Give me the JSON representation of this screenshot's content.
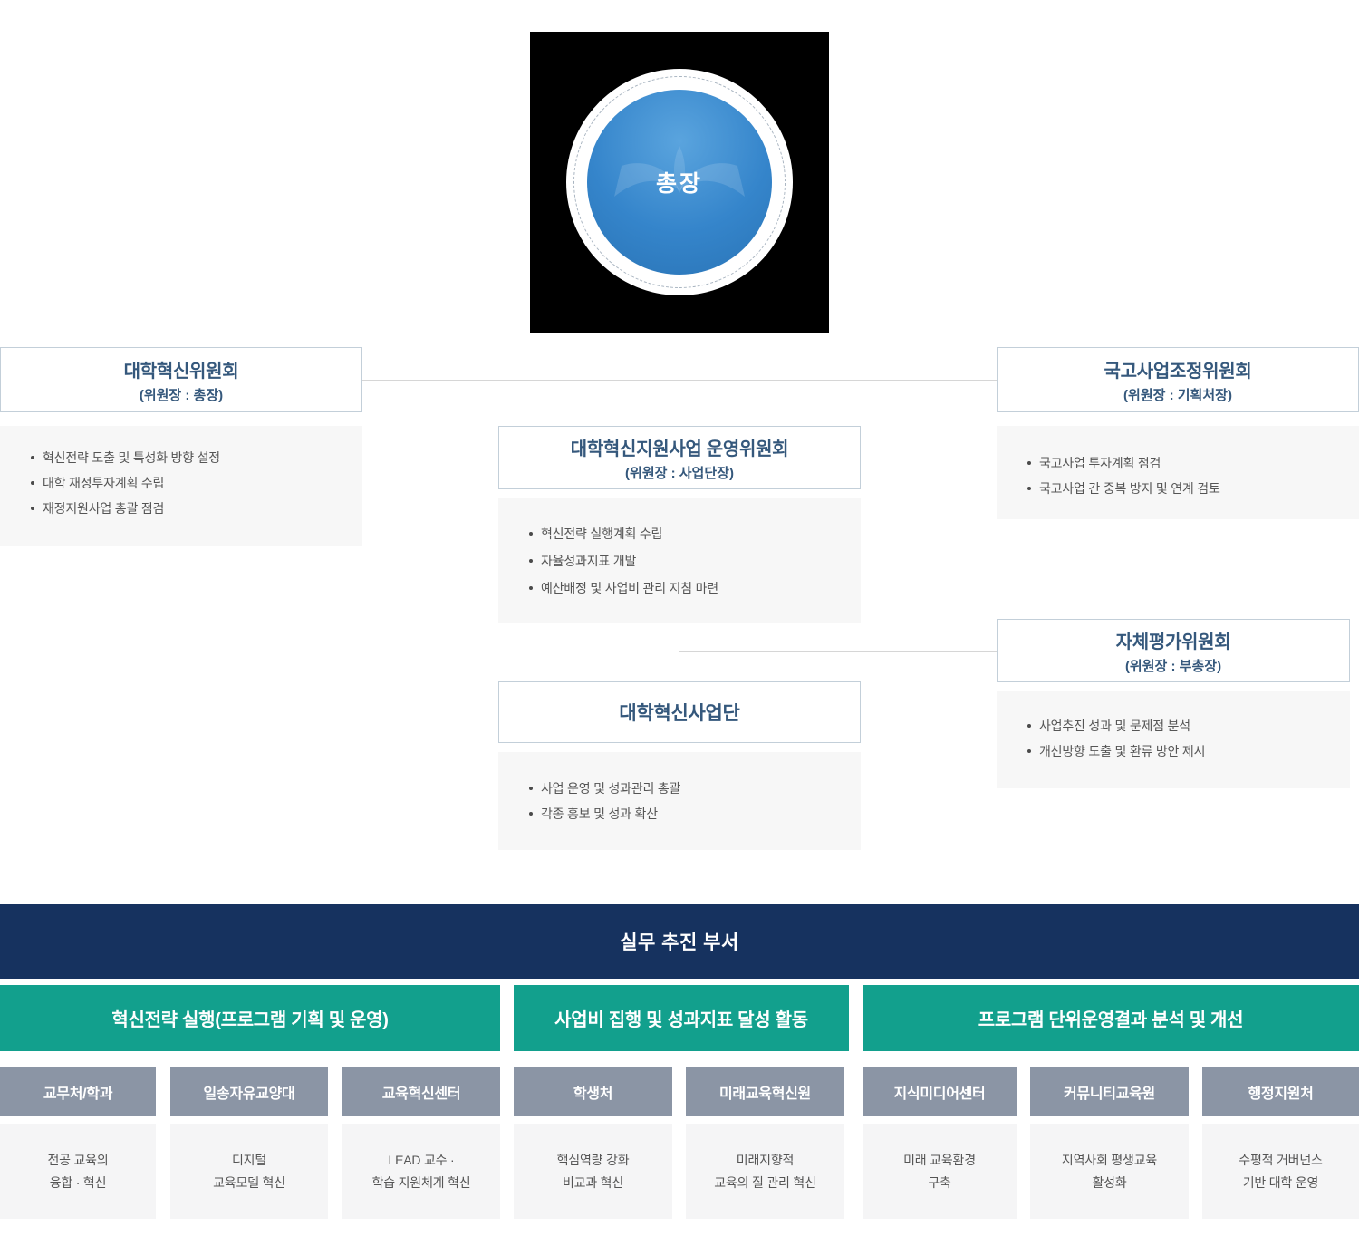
{
  "colors": {
    "navy_bar": "#16325f",
    "teal_header": "#12a08d",
    "dept_gray": "#8b95a5",
    "panel_gray": "#f7f7f7",
    "box_border": "#c3cfd9",
    "title_blue": "#35587c",
    "circle_blue": "#3585cb",
    "emblem_background": "#000000"
  },
  "root": {
    "label": "총장"
  },
  "committee_innovation": {
    "title": "대학혁신위원회",
    "subtitle": "(위원장 : 총장)",
    "bullets": [
      "혁신전략 도출 및 특성화 방향 설정",
      "대학 재정투자계획 수립",
      "재정지원사업 총괄 점검"
    ]
  },
  "committee_national": {
    "title": "국고사업조정위원회",
    "subtitle": "(위원장 : 기획처장)",
    "bullets": [
      "국고사업 투자계획 점검",
      "국고사업 간 중복 방지 및 연계 검토"
    ]
  },
  "committee_operation": {
    "title": "대학혁신지원사업 운영위원회",
    "subtitle": "(위원장 : 사업단장)",
    "bullets": [
      "혁신전략 실행계획 수립",
      "자율성과지표 개발",
      "예산배정 및 사업비 관리 지침 마련"
    ]
  },
  "committee_self_evaluation": {
    "title": "자체평가위원회",
    "subtitle": "(위원장 : 부총장)",
    "bullets": [
      "사업추진 성과 및 문제점 분석",
      "개선방향 도출 및 환류 방안 제시"
    ]
  },
  "task_force": {
    "title": "대학혁신사업단",
    "bullets": [
      "사업 운영 및 성과관리 총괄",
      "각종 홍보 및 성과 확산"
    ]
  },
  "working_section": {
    "title": "실무 추진 부서"
  },
  "groups": [
    {
      "header": "혁신전략 실행(프로그램 기획 및 운영)",
      "departments": [
        {
          "name": "교무처/학과",
          "desc": "전공 교육의\n융합 · 혁신"
        },
        {
          "name": "일송자유교양대",
          "desc": "디지털\n교육모델 혁신"
        },
        {
          "name": "교육혁신센터",
          "desc": "LEAD 교수 ·\n학습 지원체계 혁신"
        }
      ]
    },
    {
      "header": "사업비 집행 및 성과지표 달성 활동",
      "departments": [
        {
          "name": "학생처",
          "desc": "핵심역량 강화\n비교과 혁신"
        },
        {
          "name": "미래교육혁신원",
          "desc": "미래지향적\n교육의 질 관리 혁신"
        }
      ]
    },
    {
      "header": "프로그램 단위운영결과 분석 및 개선",
      "departments": [
        {
          "name": "지식미디어센터",
          "desc": "미래 교육환경\n구축"
        },
        {
          "name": "커뮤니티교육원",
          "desc": "지역사회 평생교육\n활성화"
        },
        {
          "name": "행정지원처",
          "desc": "수평적 거버넌스\n기반 대학 운영"
        }
      ]
    }
  ]
}
